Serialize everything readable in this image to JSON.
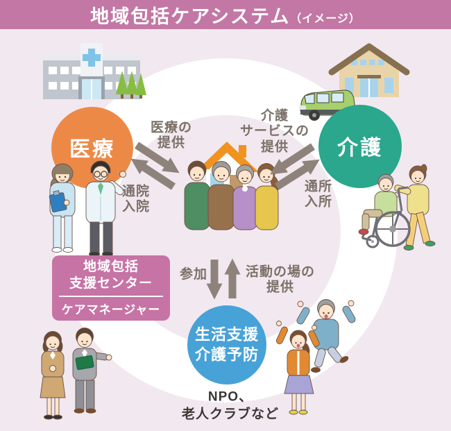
{
  "title": {
    "main": "地域包括ケアシステム",
    "suffix": "（イメージ）"
  },
  "nodes": {
    "medical": {
      "label": "医療",
      "color": "#ed8947"
    },
    "care": {
      "label": "介護",
      "color": "#2aa78c"
    },
    "life_support": {
      "label": "生活支援\n介護予防",
      "color": "#47a2d8"
    }
  },
  "flows": {
    "medical_provision": "医療の\n提供",
    "hospital_visit": "通院\n入院",
    "care_service_provision": "介護\nサービスの\n提供",
    "facility_visit": "通所\n入所",
    "participation": "参加",
    "activity_place_provision": "活動の場の\n提供"
  },
  "support_center": {
    "line1": "地域包括\n支援センター",
    "line2": "ケアマネージャー"
  },
  "npo_note": "NPO、\n老人クラブなど",
  "colors": {
    "header_bg": "#c377a4",
    "background": "#f2e8f0",
    "ring": "#ffffff",
    "arrow": "#8e837b",
    "flow_label_text": "#7b7168",
    "support_box_bg": "#c673a5",
    "npo_text": "#3b3634"
  },
  "illustrations": {
    "hospital": "hospital-icon",
    "care_facility": "care-facility-icon",
    "care_van": "van-icon",
    "home": "house-icon",
    "medical_staff": "nurse-and-doctor-illustration",
    "family": "family-illustration",
    "wheelchair_group": "wheelchair-care-illustration",
    "support_staff": "care-manager-staff-illustration",
    "active_seniors": "active-seniors-illustration"
  }
}
